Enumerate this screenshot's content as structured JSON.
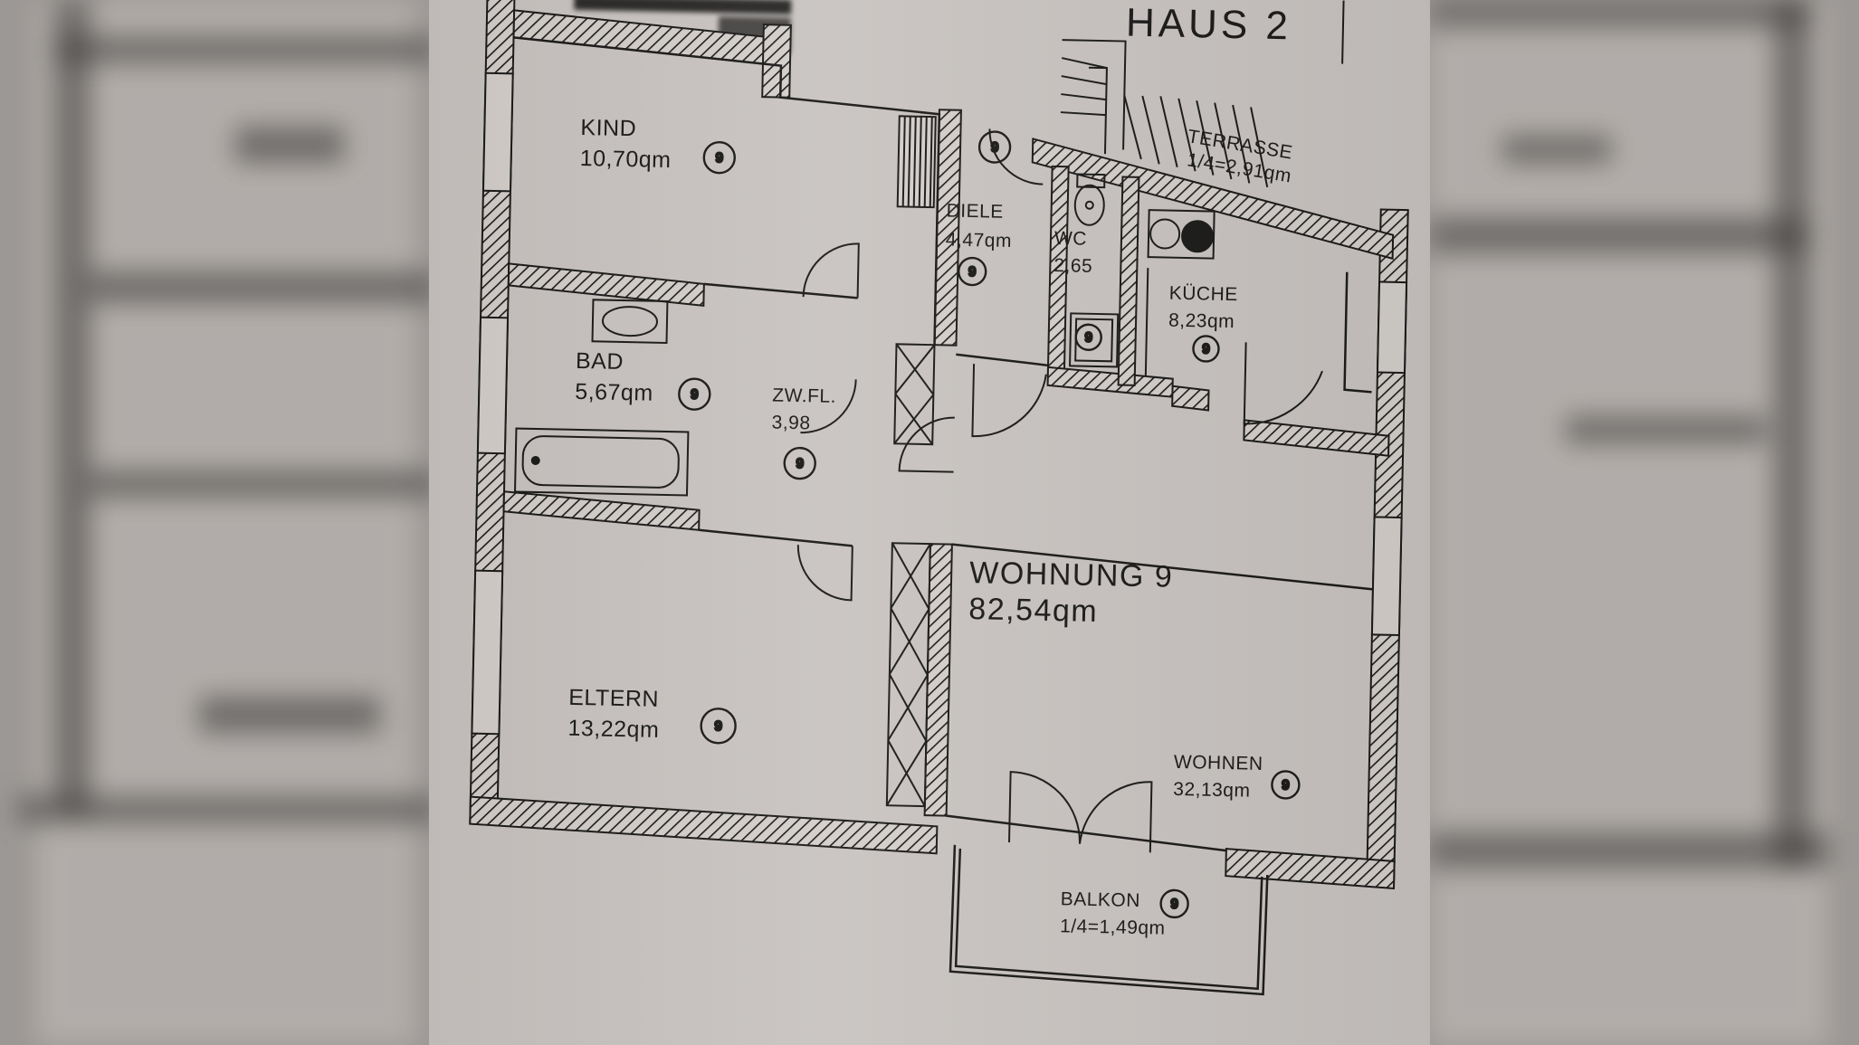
{
  "building": "HAUS 2",
  "unit": {
    "label": "WOHNUNG 9",
    "area": "82,54qm",
    "number": "9"
  },
  "rooms": [
    {
      "name": "KIND",
      "area": "10,70qm"
    },
    {
      "name": "DIELE",
      "area": "4,47qm"
    },
    {
      "name": "WC",
      "area": "2,65"
    },
    {
      "name": "KÜCHE",
      "area": "8,23qm"
    },
    {
      "name": "BAD",
      "area": "5,67qm"
    },
    {
      "name": "ZW.FL.",
      "area": "3,98"
    },
    {
      "name": "ELTERN",
      "area": "13,22qm"
    },
    {
      "name": "WOHNEN",
      "area": "32,13qm"
    },
    {
      "name": "BALKON",
      "area": "1/4=1,49qm"
    },
    {
      "name": "TERRASSE",
      "area": "1/4=2,91qm"
    }
  ],
  "colors": {
    "paper": "#c9c4c1",
    "ink": "#1c1b1a",
    "background": "#8f8b88"
  }
}
